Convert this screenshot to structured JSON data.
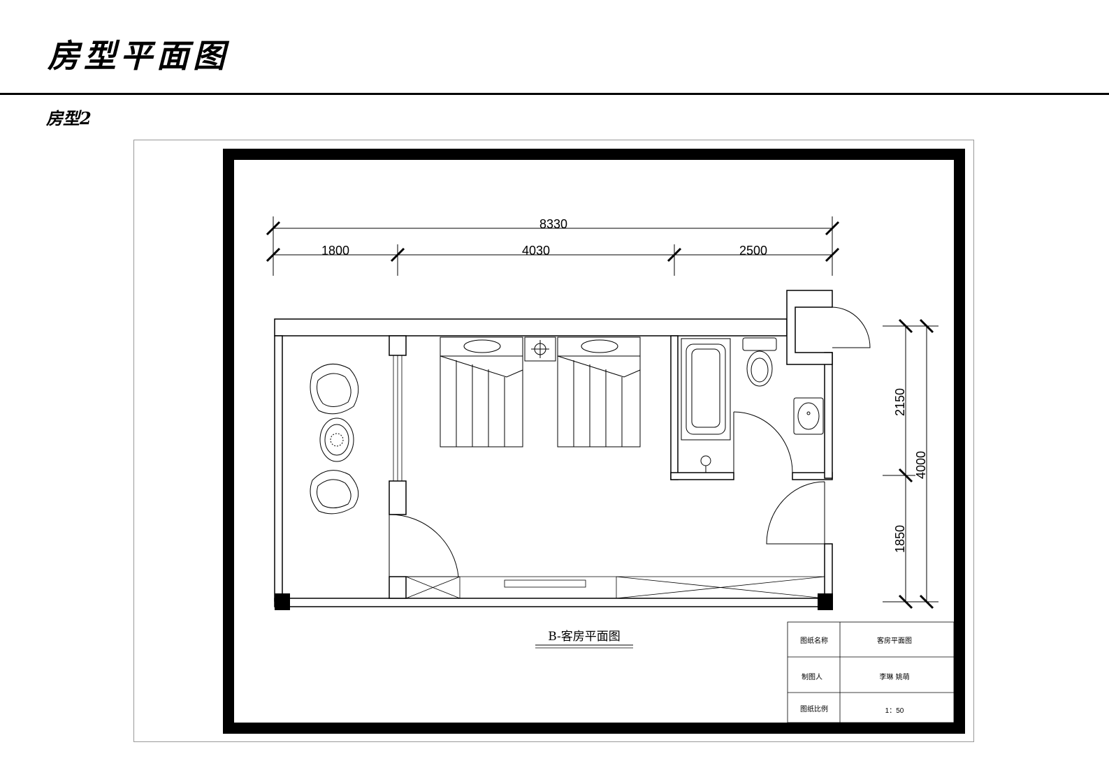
{
  "header": {
    "title": "房型平面图",
    "subtitle": "房型2"
  },
  "drawing": {
    "caption": "B-客房平面图",
    "dimensions": {
      "horizontal_total": "8330",
      "horizontal_segments": [
        "1800",
        "4030",
        "2500"
      ],
      "vertical_total": "4000",
      "vertical_segments": [
        "2150",
        "1850"
      ]
    },
    "title_block": {
      "rows": [
        {
          "label": "图纸名称",
          "value": "客房平面图"
        },
        {
          "label": "制图人",
          "value": "李琳  姚萌"
        },
        {
          "label": "图纸比例",
          "value": "1：50"
        }
      ]
    }
  }
}
